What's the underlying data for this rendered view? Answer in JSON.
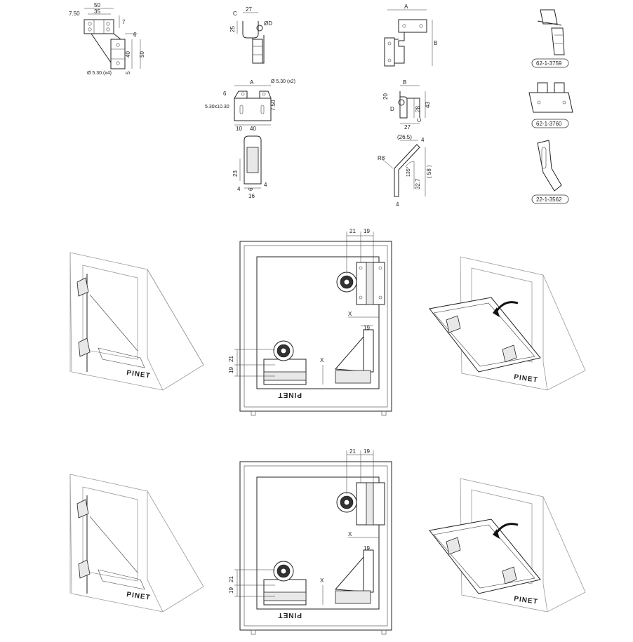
{
  "top_drawings": {
    "bracket1": {
      "d_50": "50",
      "d_35": "35",
      "d_750": "7.50",
      "d_7": "7",
      "d_6": "6",
      "d_40": "40",
      "d_50b": "50",
      "d_5": "5",
      "hole": "Ø 5.30 (x4)"
    },
    "bracket2": {
      "d_27": "27",
      "d_c": "C",
      "d_25": "25",
      "d_od": "ØD"
    },
    "bracket3": {
      "d_a": "A",
      "d_b": "B"
    },
    "plate": {
      "d_a": "A",
      "hole": "Ø 5.30 (x2)",
      "d_6": "6",
      "d_slot": "5.30x10.30",
      "d_750": "7.50",
      "d_10": "10",
      "d_40": "40"
    },
    "hinge_side": {
      "d_b": "B",
      "d_20": "20",
      "d_d": "D",
      "d_28": "28",
      "d_43": "43",
      "d_c": "C",
      "d_27": "27"
    },
    "strap": {
      "d_23": "23",
      "d_4a": "4",
      "d_4b": "4",
      "d_6": "6",
      "d_16": "16"
    },
    "angled": {
      "d_265": "(26.5)",
      "d_r8": "R8",
      "d_4": "4",
      "d_135": "135°",
      "d_327": "32.7",
      "d_58": "( 58 )",
      "d_4b": "4"
    },
    "refs": [
      "62-1-3759",
      "62-1-3760",
      "22-1-3562"
    ]
  },
  "cabinet": {
    "d_21": "21",
    "d_19": "19",
    "d_x": "X",
    "d_19b": "19",
    "d_21b": "21",
    "d_19c": "19",
    "d_x2": "X",
    "brand": "PINET"
  },
  "cabinet2": {
    "d_21": "21",
    "d_19": "19",
    "d_x": "X",
    "d_19b": "19",
    "d_21b": "21",
    "d_19c": "19",
    "d_x2": "X",
    "brand": "PINET"
  },
  "iso": {
    "brand": "PINET"
  }
}
